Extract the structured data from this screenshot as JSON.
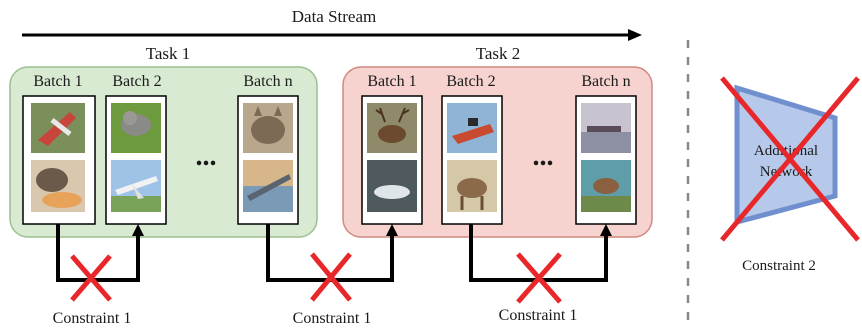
{
  "stream": {
    "label": "Data Stream"
  },
  "tasks": [
    {
      "title": "Task 1",
      "fill": "#d9ead3",
      "stroke": "#9dbf8f",
      "batches": [
        {
          "label": "Batch 1",
          "images": [
            "toy airplane",
            "cat with food"
          ]
        },
        {
          "label": "Batch 2",
          "images": [
            "cat on grass",
            "airplane in sky"
          ]
        },
        {
          "label": "Batch n",
          "images": [
            "tabby cat",
            "airplane over sea"
          ]
        }
      ],
      "ellipsis": "..."
    },
    {
      "title": "Task 2",
      "fill": "#f6d3cf",
      "stroke": "#cf8a82",
      "batches": [
        {
          "label": "Batch 1",
          "images": [
            "deer",
            "boat"
          ]
        },
        {
          "label": "Batch 2",
          "images": [
            "ship on water",
            "deer standing"
          ]
        },
        {
          "label": "Batch n",
          "images": [
            "ship on horizon",
            "deer in field"
          ]
        }
      ],
      "ellipsis": "..."
    }
  ],
  "constraints": [
    {
      "label": "Constraint 1"
    },
    {
      "label": "Constraint 1"
    },
    {
      "label": "Constraint 1"
    }
  ],
  "network": {
    "label_line1": "Additional",
    "label_line2": "Network",
    "constraint_label": "Constraint 2",
    "fill": "#b7c9ea",
    "stroke": "#6f8fcf"
  },
  "colors": {
    "cross": "#e8272b",
    "arrow": "#000000",
    "divider": "#888888"
  }
}
